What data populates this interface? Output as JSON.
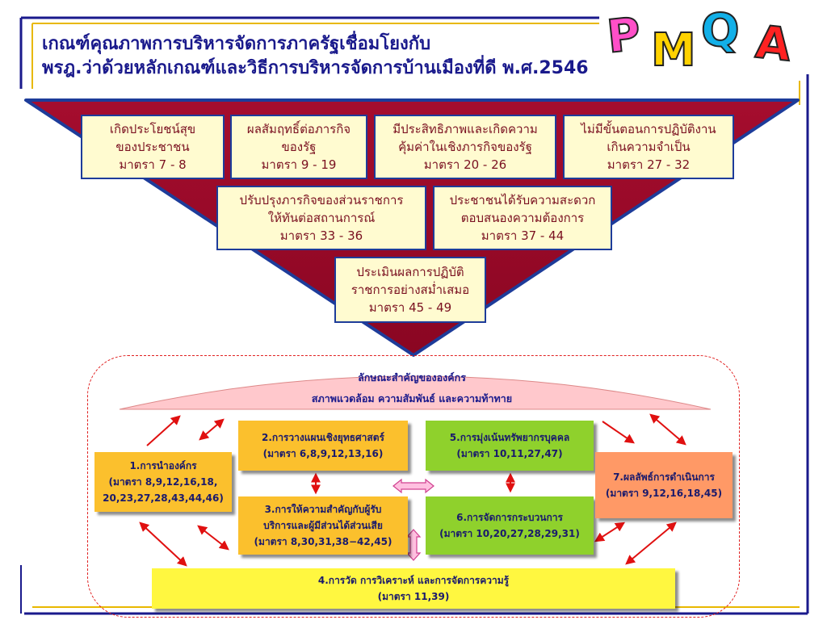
{
  "colors": {
    "title": "#1a1a8c",
    "triangle": "#9c0a28",
    "box_border": "#1d3c9a",
    "frame": "#e02020"
  },
  "logo": {
    "letters": [
      "P",
      "M",
      "Q",
      "A"
    ],
    "colors": [
      "#ff4fc8",
      "#ffd200",
      "#12b0e8",
      "#ff2222"
    ]
  },
  "title": {
    "line1": "เกณฑ์คุณภาพการบริหารจัดการภาครัฐเชื่อมโยงกับ",
    "line2": "พรฎ.ว่าด้วยหลักเกณฑ์และวิธีการบริหารจัดการบ้านเมืองที่ดี พ.ศ.2546"
  },
  "triangle_boxes": [
    {
      "l1": "เกิดประโยชน์สุข",
      "l2": "ของประชาชน",
      "l3": "มาตรา 7 - 8"
    },
    {
      "l1": "ผลสัมฤทธิ์ต่อภารกิจ",
      "l2": "ของรัฐ",
      "l3": "มาตรา 9 - 19"
    },
    {
      "l1": "มีประสิทธิภาพและเกิดความ",
      "l2": "คุ้มค่าในเชิงภารกิจของรัฐ",
      "l3": "มาตรา 20 - 26"
    },
    {
      "l1": "ไม่มีขั้นตอนการปฏิบัติงาน",
      "l2": "เกินความจำเป็น",
      "l3": "มาตรา 27 - 32"
    },
    {
      "l1": "ปรับปรุงภารกิจของส่วนราชการ",
      "l2": "ให้ทันต่อสถานการณ์",
      "l3": "มาตรา 33 - 36"
    },
    {
      "l1": "ประชาชนได้รับความสะดวก",
      "l2": "ตอบสนองความต้องการ",
      "l3": "มาตรา 37 - 44"
    },
    {
      "l1": "ประเมินผลการปฏิบัติ",
      "l2": "ราชการอย่างสม่ำเสมอ",
      "l3": "มาตรา 45 - 49"
    }
  ],
  "profile": {
    "line1": "ลักษณะสำคัญขององค์กร",
    "line2": "สภาพแวดล้อม ความสัมพันธ์ และความท้าทาย"
  },
  "categories": [
    {
      "lines": [
        "1.การนำองค์กร",
        "(มาตรา 8,9,12,16,18,",
        "20,23,27,28,43,44,46)"
      ]
    },
    {
      "lines": [
        "2.การวางแผนเชิงยุทธศาสตร์",
        "(มาตรา 6,8,9,12,13,16)"
      ]
    },
    {
      "lines": [
        "3.การให้ความสำคัญกับผู้รับ",
        "บริการและผู้มีส่วนได้ส่วนเสีย",
        "(มาตรา 8,30,31,38−42,45)"
      ]
    },
    {
      "lines": [
        "4.การวัด การวิเคราะห์ และการจัดการความรู้",
        "(มาตรา 11,39)"
      ]
    },
    {
      "lines": [
        "5.การมุ่งเน้นทรัพยากรบุคคล",
        "(มาตรา 10,11,27,47)"
      ]
    },
    {
      "lines": [
        "6.การจัดการกระบวนการ",
        "(มาตรา 10,20,27,28,29,31)"
      ]
    },
    {
      "lines": [
        "7.ผลลัพธ์การดำเนินการ",
        "(มาตรา 9,12,16,18,45)"
      ]
    }
  ]
}
